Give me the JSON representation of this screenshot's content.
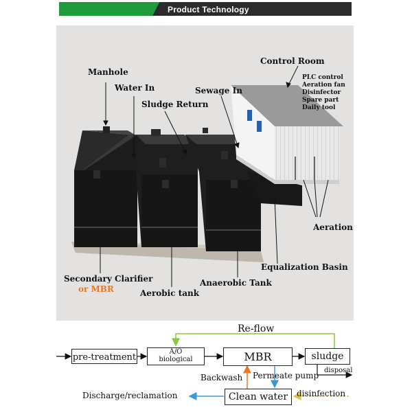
{
  "header": {
    "title": "Product Technology",
    "green": "#1f9a3c",
    "dark": "#2b2b2b"
  },
  "diagram_labels": {
    "manhole": "Manhole",
    "water_in": "Water In",
    "sludge_return": "Sludge Return",
    "sewage_in": "Sewage In",
    "control_room": "Control Room",
    "control_items": [
      "PLC control",
      "Aeration fan",
      "Disinfector",
      "Spare part",
      "Daily tool"
    ],
    "aeration": "Aeration",
    "equalization_basin": "Equalization Basin",
    "secondary_clarifier": "Secondary Clarifier",
    "or_mbr": "or MBR",
    "anaerobic_tank": "Anaerobic Tank",
    "aerobic_tank": "Aerobic tank"
  },
  "flow": {
    "reflow": "Re-flow",
    "pre_treatment": "pre-treatment",
    "ao_line1": "A/O",
    "ao_line2": "biological",
    "mbr": "MBR",
    "sludge": "sludge",
    "disposal": "disposal",
    "backwash": "Backwash",
    "permeate_pump": "Permeate pump",
    "clean_water": "Clean water",
    "disinfection": "disinfection",
    "discharge": "Discharge/reclamation",
    "colors": {
      "reflow": "#8dc63f",
      "backwash": "#e8772a",
      "clean": "#3a9ad9",
      "disinfection": "#e2c13a"
    }
  }
}
